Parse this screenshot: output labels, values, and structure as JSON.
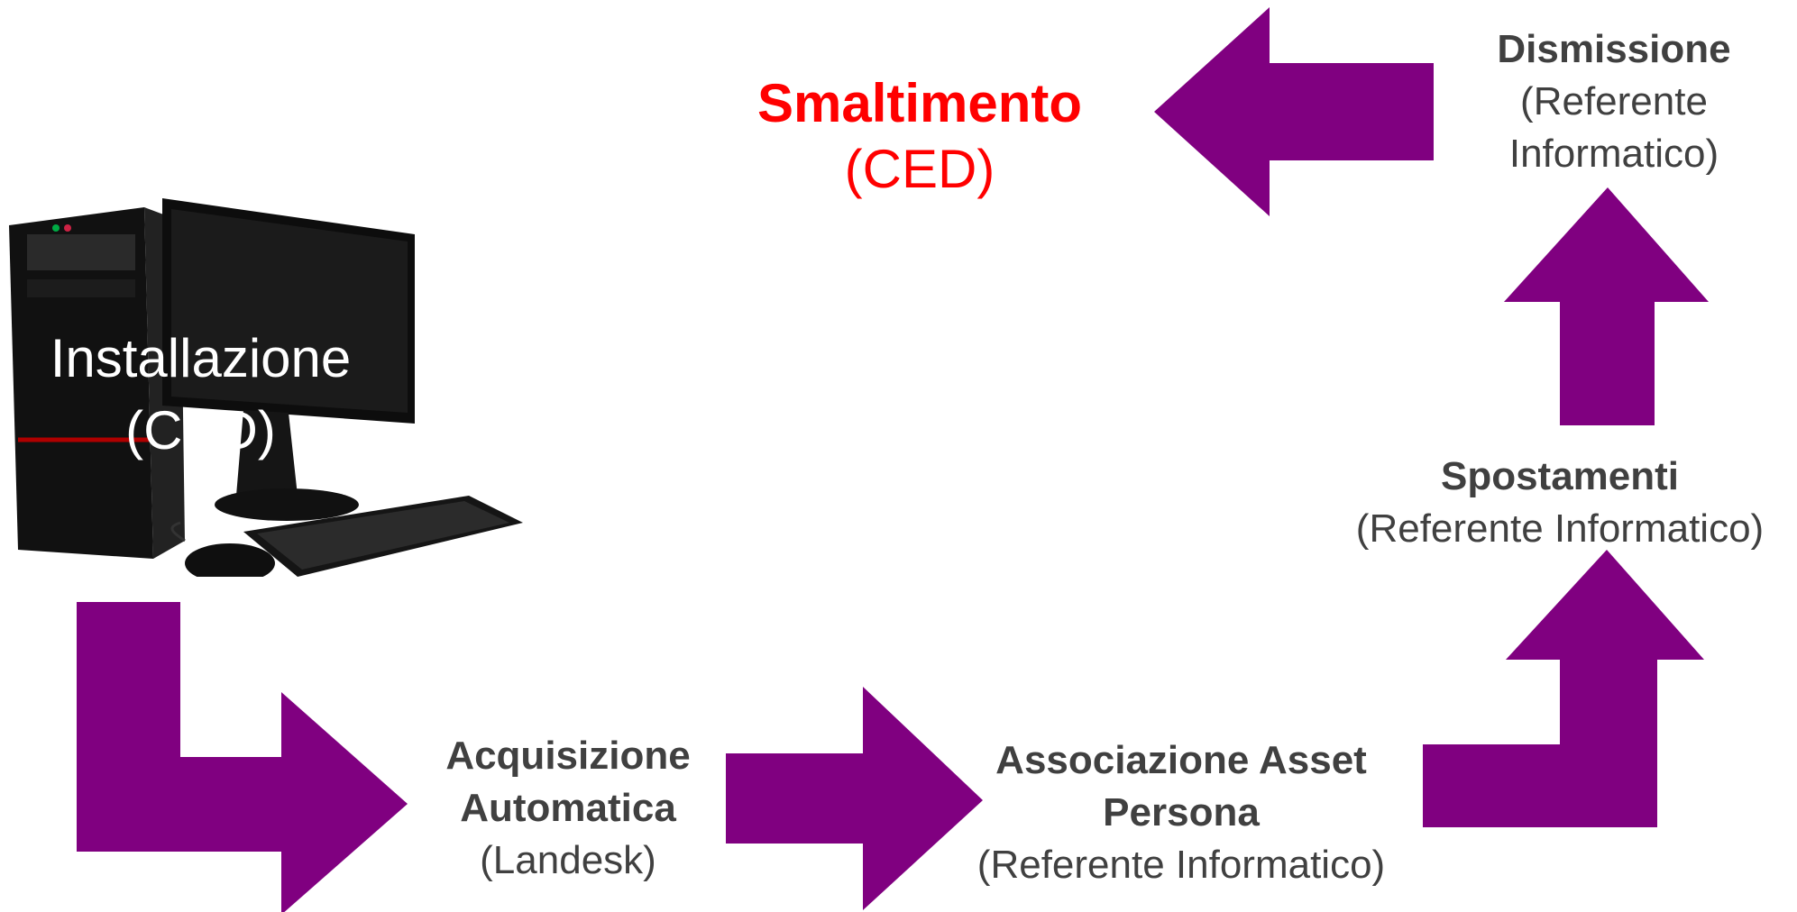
{
  "colors": {
    "arrow": "#800080",
    "highlight": "#ff0000",
    "text": "#404040",
    "installazione_text": "#ffffff"
  },
  "steps": {
    "installazione": {
      "title": "Installazione",
      "role": "(CED)"
    },
    "acquisizione": {
      "title_line1": "Acquisizione",
      "title_line2": "Automatica",
      "role": "(Landesk)"
    },
    "associazione": {
      "title_line1": "Associazione Asset",
      "title_line2": "Persona",
      "role": "(Referente Informatico)"
    },
    "spostamenti": {
      "title": "Spostamenti",
      "role": "(Referente Informatico)"
    },
    "dismissione": {
      "title": "Dismissione",
      "role_line1": "(Referente",
      "role_line2": "Informatico)"
    },
    "smaltimento": {
      "title": "Smaltimento",
      "role": "(CED)"
    }
  },
  "icons": {
    "computer": "desktop-computer-icon"
  }
}
